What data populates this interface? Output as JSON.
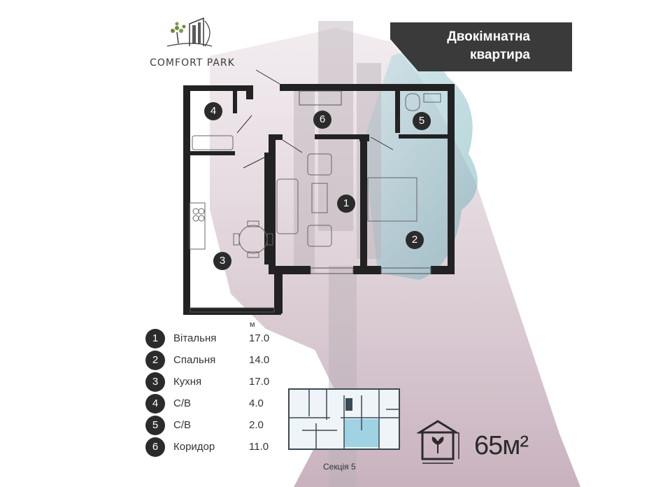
{
  "brand": {
    "name": "COMFORT PARK",
    "logo_icon": "tree-building-logo-icon"
  },
  "title": {
    "line1": "Двокімнатна",
    "line2": "квартира"
  },
  "colors": {
    "dark": "#2b2b2b",
    "banner": "#3a3a3a",
    "mauve": "#8a5a73",
    "teal": "#8fc7cf",
    "section_highlight": "#9fd3e4"
  },
  "plan": {
    "room_badges": [
      "1",
      "2",
      "3",
      "4",
      "5",
      "6"
    ]
  },
  "legend": {
    "unit": "м",
    "rooms": [
      {
        "num": "1",
        "name": "Вітальня",
        "area": "17.0"
      },
      {
        "num": "2",
        "name": "Спальня",
        "area": "14.0"
      },
      {
        "num": "3",
        "name": "Кухня",
        "area": "17.0"
      },
      {
        "num": "4",
        "name": "С/В",
        "area": "4.0"
      },
      {
        "num": "5",
        "name": "С/В",
        "area": "2.0"
      },
      {
        "num": "6",
        "name": "Коридор",
        "area": "11.0"
      }
    ]
  },
  "section": {
    "label": "Секція 5"
  },
  "total": {
    "area": "65м²",
    "icon": "house-plant-area-icon"
  }
}
